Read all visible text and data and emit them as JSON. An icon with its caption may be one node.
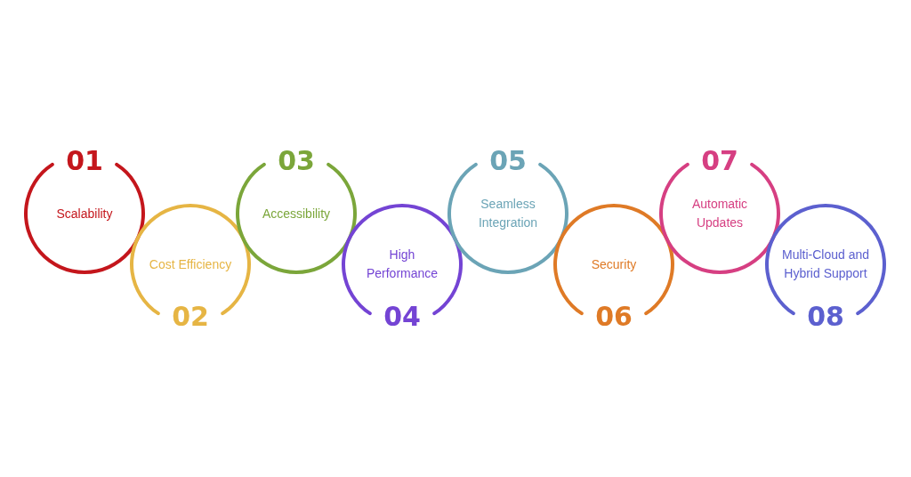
{
  "diagram": {
    "nodes": [
      {
        "text": [
          "01",
          "Scalability"
        ]
      },
      {
        "text": [
          "Cost Efficiency",
          "02"
        ]
      },
      {
        "text": [
          "03",
          "Accessibility"
        ]
      },
      {
        "text": [
          "High Performance",
          "04"
        ]
      },
      {
        "text": [
          "05",
          "Seamless Integration"
        ]
      },
      {
        "text": [
          "Security",
          "06"
        ]
      },
      {
        "text": [
          "07",
          "Automatic Updates"
        ]
      },
      {
        "text": [
          "Multi-Cloud and Hybrid Support",
          "08"
        ]
      }
    ]
  }
}
